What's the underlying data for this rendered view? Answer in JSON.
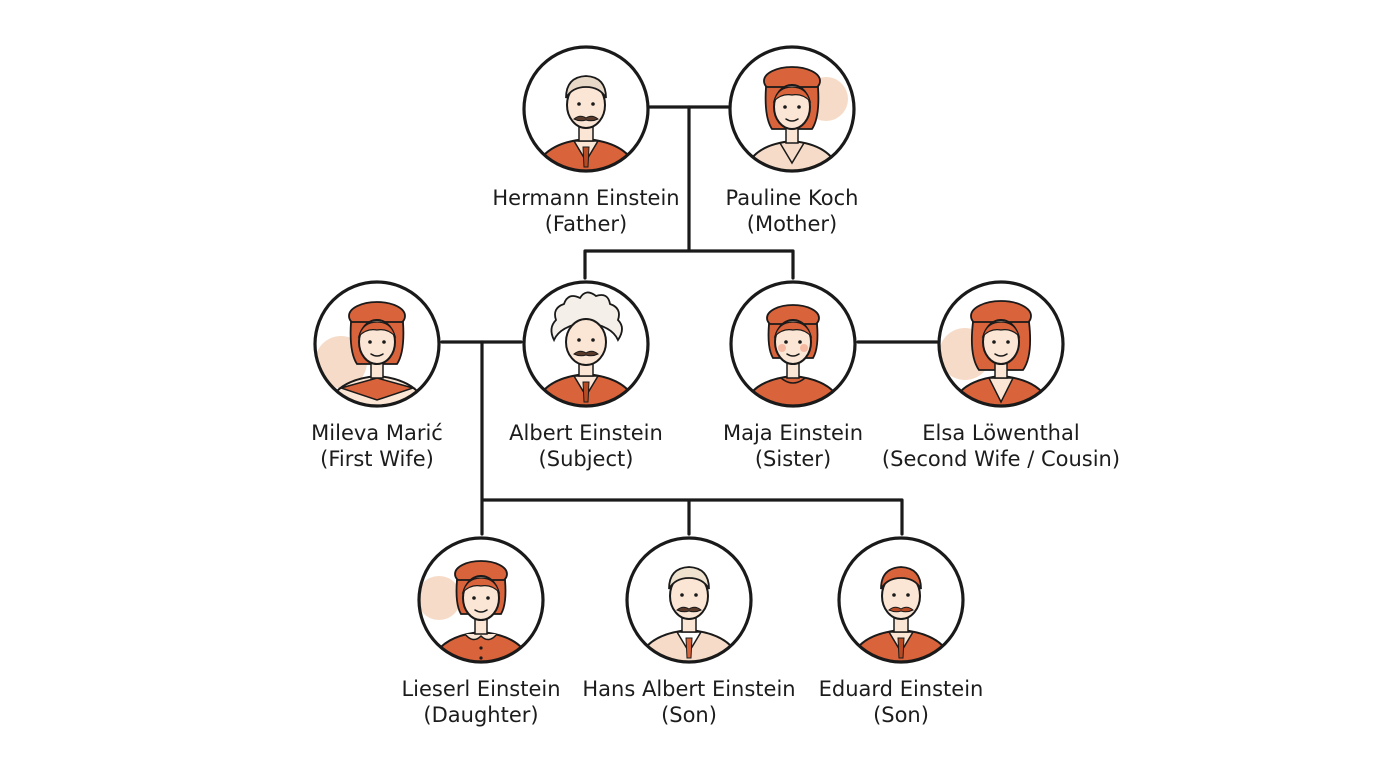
{
  "colors": {
    "line": "#1a1a1a",
    "accent": "#d9633a",
    "accent_dark": "#b84a24",
    "skin": "#fbe5d4",
    "wash": "#f6dcc8",
    "text": "#1c1c1c"
  },
  "people": {
    "hermann": {
      "name": "Hermann Einstein",
      "role": "(Father)",
      "icon": "man-mustache-portrait-icon"
    },
    "pauline": {
      "name": "Pauline Koch",
      "role": "(Mother)",
      "icon": "woman-portrait-icon"
    },
    "mileva": {
      "name": "Mileva Marić",
      "role": "(First Wife)",
      "icon": "woman-portrait-icon"
    },
    "albert": {
      "name": "Albert Einstein",
      "role": "(Subject)",
      "icon": "man-wild-hair-portrait-icon"
    },
    "maja": {
      "name": "Maja Einstein",
      "role": "(Sister)",
      "icon": "woman-portrait-icon"
    },
    "elsa": {
      "name": "Elsa Löwenthal",
      "role": "(Second Wife / Cousin)",
      "icon": "woman-portrait-icon"
    },
    "lieserl": {
      "name": "Lieserl Einstein",
      "role": "(Daughter)",
      "icon": "girl-portrait-icon"
    },
    "hans": {
      "name": "Hans Albert Einstein",
      "role": "(Son)",
      "icon": "man-mustache-portrait-icon"
    },
    "eduard": {
      "name": "Eduard Einstein",
      "role": "(Son)",
      "icon": "man-mustache-portrait-icon"
    }
  },
  "relationships": [
    {
      "type": "couple",
      "a": "hermann",
      "b": "pauline"
    },
    {
      "type": "children",
      "parents": "hermann+pauline",
      "children": [
        "albert",
        "maja"
      ]
    },
    {
      "type": "couple",
      "a": "mileva",
      "b": "albert"
    },
    {
      "type": "couple",
      "a": "maja",
      "b": "elsa"
    },
    {
      "type": "children",
      "parents": "mileva+albert",
      "children": [
        "lieserl",
        "hans",
        "eduard"
      ]
    }
  ]
}
